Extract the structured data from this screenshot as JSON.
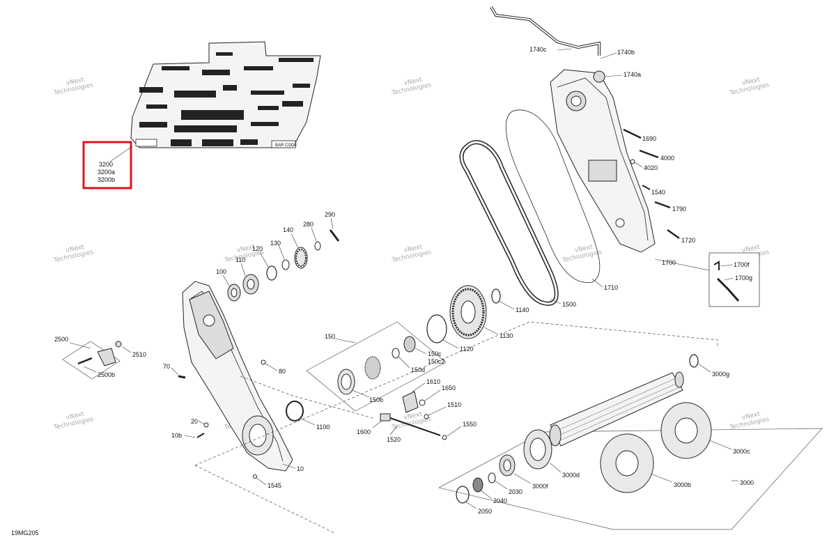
{
  "figure_ref": "19MG205",
  "watermark": {
    "line1": "vNext",
    "line2": "Technologies"
  },
  "decal": {
    "barcode_text": "BAR CODE"
  },
  "labels": {
    "p3200": "3200",
    "p3200a": "3200a",
    "p3200b": "3200b",
    "p1740c": "1740c",
    "p1740b": "1740b",
    "p1740a": "1740a",
    "p1690": "1690",
    "p4000": "4000",
    "p4020": "4020",
    "p1540": "1540",
    "p1790": "1790",
    "p1720": "1720",
    "p1700": "1700",
    "p1700f": "1700f",
    "p1700g": "1700g",
    "p1710": "1710",
    "p1500": "1500",
    "p1140": "1140",
    "p1130": "1130",
    "p1120": "1120",
    "p290": "290",
    "p280": "280",
    "p140": "140",
    "p130": "130",
    "p120": "120",
    "p110": "110",
    "p100": "100",
    "p2500": "2500",
    "p2510": "2510",
    "p2500b": "2500b",
    "p70": "70",
    "p80": "80",
    "p20": "20",
    "p10b": "10b",
    "p10": "10",
    "p1545": "1545",
    "p1100": "1100",
    "p150": "150",
    "p150c": "150c",
    "p150c2": "150c2",
    "p150d": "150d",
    "p150b": "150b",
    "p1610": "1610",
    "p1650": "1650",
    "p1510": "1510",
    "p1550": "1550",
    "p1600": "1600",
    "p1520": "1520",
    "p3000g": "3000g",
    "p3000c": "3000c",
    "p3000d": "3000d",
    "p3000f": "3000f",
    "p3000b": "3000b",
    "p3000": "3000",
    "p2030": "2030",
    "p2040": "2040",
    "p2050": "2050"
  },
  "highlight_color": "#e0141e"
}
